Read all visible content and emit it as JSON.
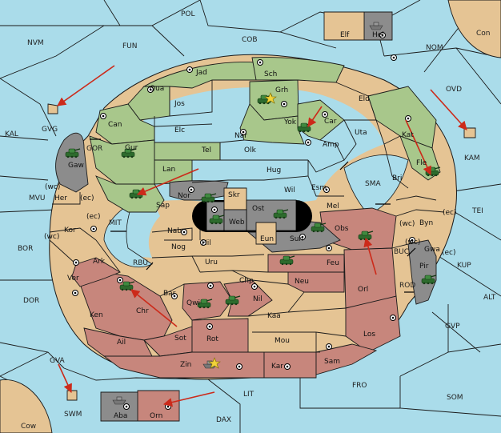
{
  "colors": {
    "sea": "#aadcea",
    "neutral": "#e5c494",
    "green_power": "#a8c78b",
    "red_power": "#c7867c",
    "gray_power": "#8c8c8c",
    "arrow": "#cc2a1a"
  },
  "sea_labels": {
    "POL": "POL",
    "COB": "COB",
    "FUN": "FUN",
    "NVM": "NVM",
    "NOM": "NOM",
    "OVD": "OVD",
    "Con": "Con",
    "KAL": "KAL",
    "KAM": "KAM",
    "GOR": "GOR",
    "MVU": "MVU",
    "SMA": "SMA",
    "TEI": "TEI",
    "MIT": "MIT",
    "BOR": "BOR",
    "RBU": "RBU",
    "BUC": "BUC",
    "KUP": "KUP",
    "DOR": "DOR",
    "ROD": "ROD",
    "ALT": "ALT",
    "GVP": "GVP",
    "GVA": "GVA",
    "FRO": "FRO",
    "SOM": "SOM",
    "LIT": "LIT",
    "SWM": "SWM",
    "DAX": "DAX",
    "Cow": "Cow",
    "GVG": "GVG"
  },
  "land_labels": {
    "Jad": "Jad",
    "Sch": "Sch",
    "Qua": "Qua",
    "Grh": "Grh",
    "Jos": "Jos",
    "Eld": "Eld",
    "Can": "Can",
    "Yok": "Yok",
    "Car": "Car",
    "Elc": "Elc",
    "Nar": "Nar",
    "Uta": "Uta",
    "Kat": "Kat",
    "Gur": "Gur",
    "Tel": "Tel",
    "Amp": "Amp",
    "Olk": "Olk",
    "Gaw": "Gaw",
    "Lan": "Lan",
    "Hug": "Hug",
    "Fle": "Fle",
    "Bri": "Bri",
    "Nor": "Nor",
    "Wil": "Wil",
    "Esm": "Esm",
    "Her": "Her",
    "Sap": "Sap",
    "Skr": "Skr",
    "Ost": "Ost",
    "Web": "Web",
    "Mel": "Mel",
    "Byn": "Byn",
    "Kor": "Kor",
    "Nab": "Nab",
    "Eun": "Eun",
    "Sun": "Sun",
    "Obs": "Obs",
    "Gwa": "Gwa",
    "Hil": "Hil",
    "Nog": "Nog",
    "Uru": "Uru",
    "Feu": "Feu",
    "Pir": "Pir",
    "Ark": "Ark",
    "Ver": "Ver",
    "Chp": "Chp",
    "Neu": "Neu",
    "Orl": "Orl",
    "Bar": "Bar",
    "Qwi": "Qwi",
    "Nil": "Nil",
    "Ken": "Ken",
    "Chr": "Chr",
    "Kaa": "Kaa",
    "Los": "Los",
    "Ail": "Ail",
    "Sot": "Sot",
    "Rot": "Rot",
    "Mou": "Mou",
    "Zin": "Zin",
    "Kar": "Kar",
    "Sam": "Sam",
    "Elf": "Elf",
    "Hel": "Hel",
    "Aba": "Aba",
    "Orn": "Orn"
  },
  "coast_marks": {
    "wc": "(wc)",
    "ec": "(ec)"
  }
}
